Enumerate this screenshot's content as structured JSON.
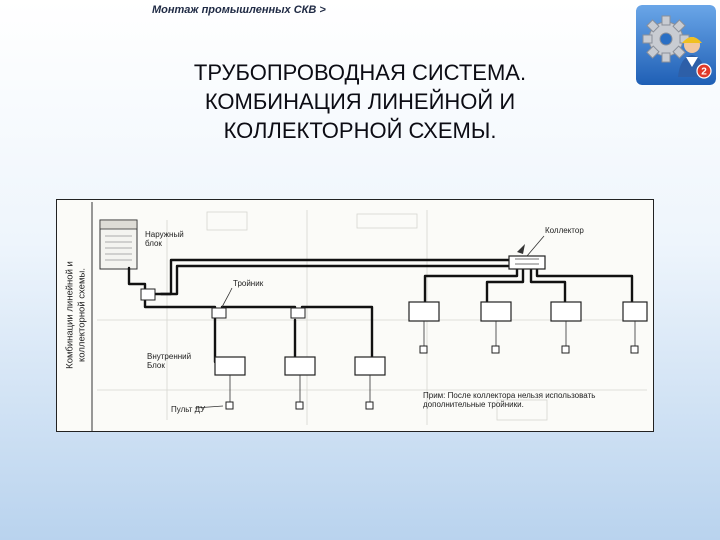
{
  "header": {
    "breadcrumb": "Монтаж промышленных СКВ >",
    "logo_icon": "gear-worker-icon",
    "logo_badge": "2"
  },
  "title_lines": [
    "ТРУБОПРОВОДНАЯ СИСТЕМА.",
    "КОМБИНАЦИЯ ЛИНЕЙНОЙ И",
    "КОЛЛЕКТОРНОЙ СХЕМЫ."
  ],
  "diagram": {
    "side_caption": [
      "Комбинации линейной и",
      "коллекторной схемы."
    ],
    "outdoor_unit": [
      "Наружный",
      "блок"
    ],
    "tee": "Тройник",
    "collector": "Коллектор",
    "indoor_unit": [
      "Внутренний",
      "Блок"
    ],
    "remote": "Пульт ДУ",
    "note": [
      "Прим: После коллектора нельзя использовать",
      "дополнительные тройники."
    ]
  }
}
